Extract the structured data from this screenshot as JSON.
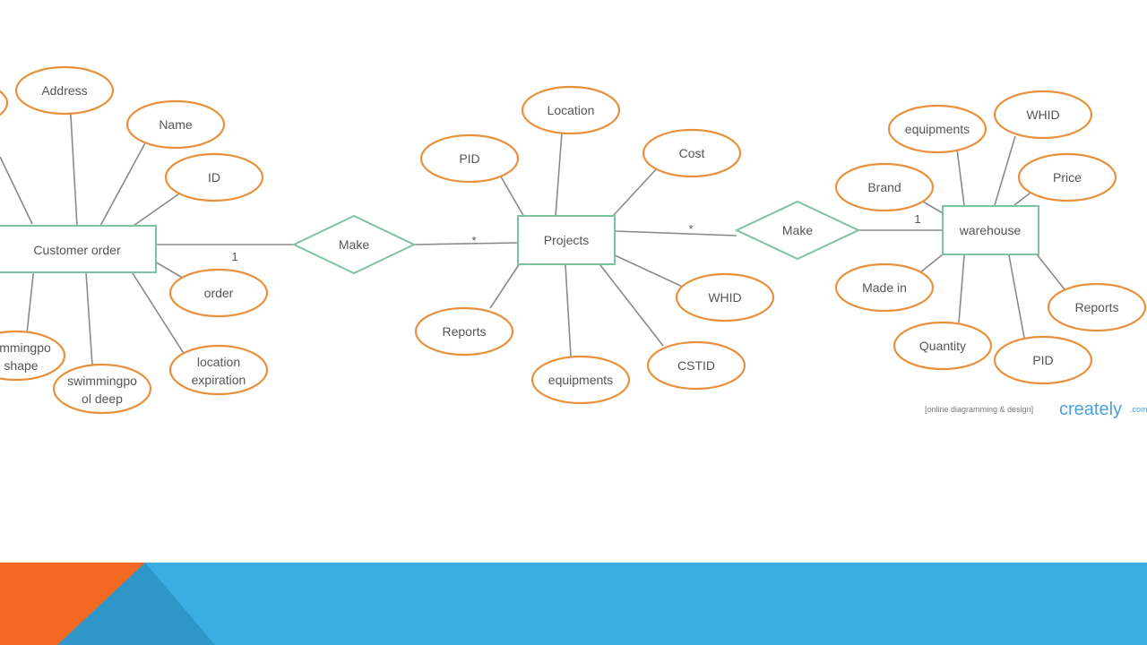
{
  "entities": {
    "customer_order": "Customer order",
    "projects": "Projects",
    "warehouse": "warehouse"
  },
  "relationships": {
    "make_left": "Make",
    "make_right": "Make"
  },
  "attributes": {
    "address": "Address",
    "name": "Name",
    "id": "ID",
    "order": "order",
    "location_expiration": [
      "location",
      "expiration"
    ],
    "swimmingpool_deep": [
      "swimmingpo",
      "ol deep"
    ],
    "swimmingpool_shape": [
      "mmingpo",
      "l shape"
    ],
    "proj_pid": "PID",
    "proj_location": "Location",
    "proj_cost": "Cost",
    "proj_whid": "WHID",
    "proj_cstid": "CSTID",
    "proj_equipments": "equipments",
    "proj_reports": "Reports",
    "wh_equipments": "equipments",
    "wh_whid": "WHID",
    "wh_price": "Price",
    "wh_brand": "Brand",
    "wh_made_in": "Made in",
    "wh_quantity": "Quantity",
    "wh_pid": "PID",
    "wh_reports": "Reports"
  },
  "cardinality": {
    "left_one": "1",
    "left_many": "*",
    "right_many": "*",
    "right_one": "1"
  },
  "branding": {
    "tagline": "[online diagramming & design]",
    "name": "creately",
    "suffix": ".com"
  },
  "colors": {
    "attribute_stroke": "#e8913c",
    "entity_stroke": "#7cc4a0",
    "footer_blue": "#3aaee0",
    "footer_orange": "#f26a22"
  }
}
